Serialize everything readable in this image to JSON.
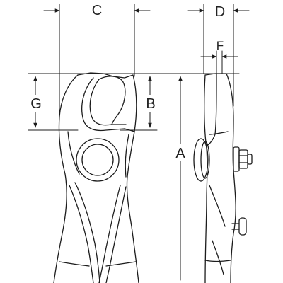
{
  "labels": {
    "C": "C",
    "D": "D",
    "F": "F",
    "G": "G",
    "B": "B",
    "A": "A"
  },
  "colors": {
    "line": "#1c1c1c",
    "background": "#ffffff"
  }
}
